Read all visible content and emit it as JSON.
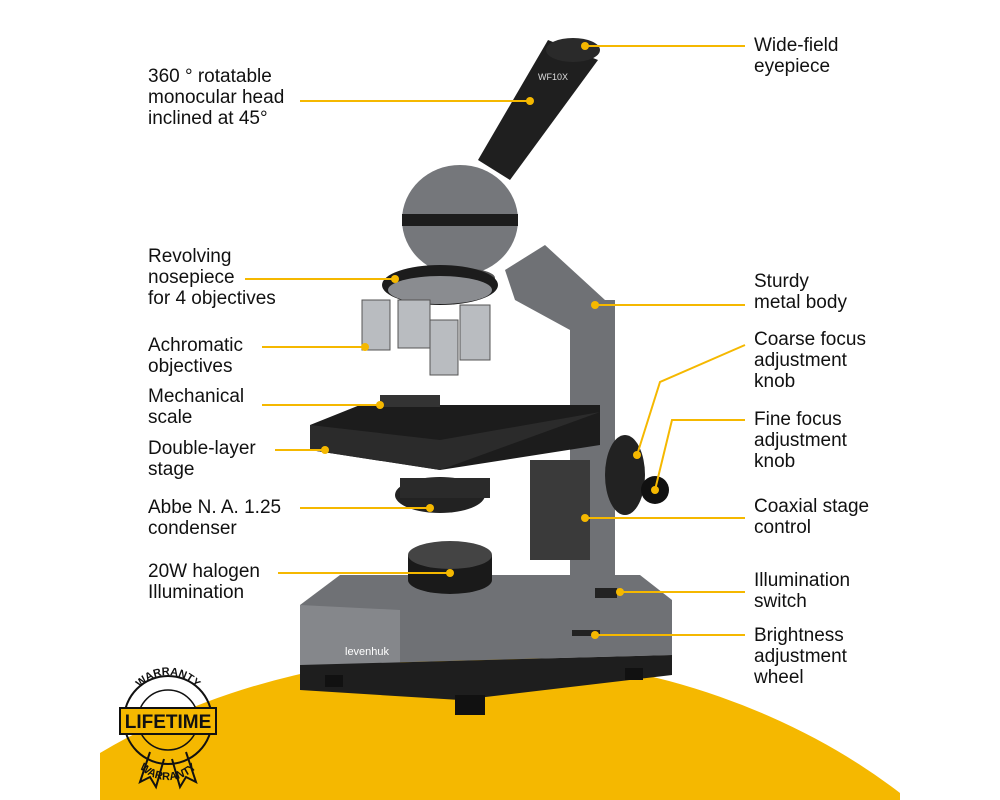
{
  "colors": {
    "accent": "#f5b800",
    "body": "#6f7175",
    "dark": "#1c1c1c"
  },
  "labels_left": [
    "360 ° rotatable\nmonocular head\ninclined at 45°",
    "Revolving\nnosepiece\nfor 4 objectives",
    "Achromatic\nobjectives",
    "Mechanical\nscale",
    "Double-layer\nstage",
    "Abbe N. A. 1.25\ncondenser",
    "20W halogen\nIllumination"
  ],
  "labels_right": [
    "Wide-field\neyepiece",
    "Sturdy\nmetal body",
    "Coarse focus\nadjustment\nknob",
    "Fine focus\nadjustment\nknob",
    "Coaxial stage\ncontrol",
    "Illumination\nswitch",
    "Brightness\nadjustment\nwheel"
  ],
  "badge": {
    "top": "WARRANTY",
    "middle": "LIFETIME",
    "bottom": "WARRANTY"
  },
  "brand": "levenhuk",
  "eyepiece_marking": "WF10X"
}
